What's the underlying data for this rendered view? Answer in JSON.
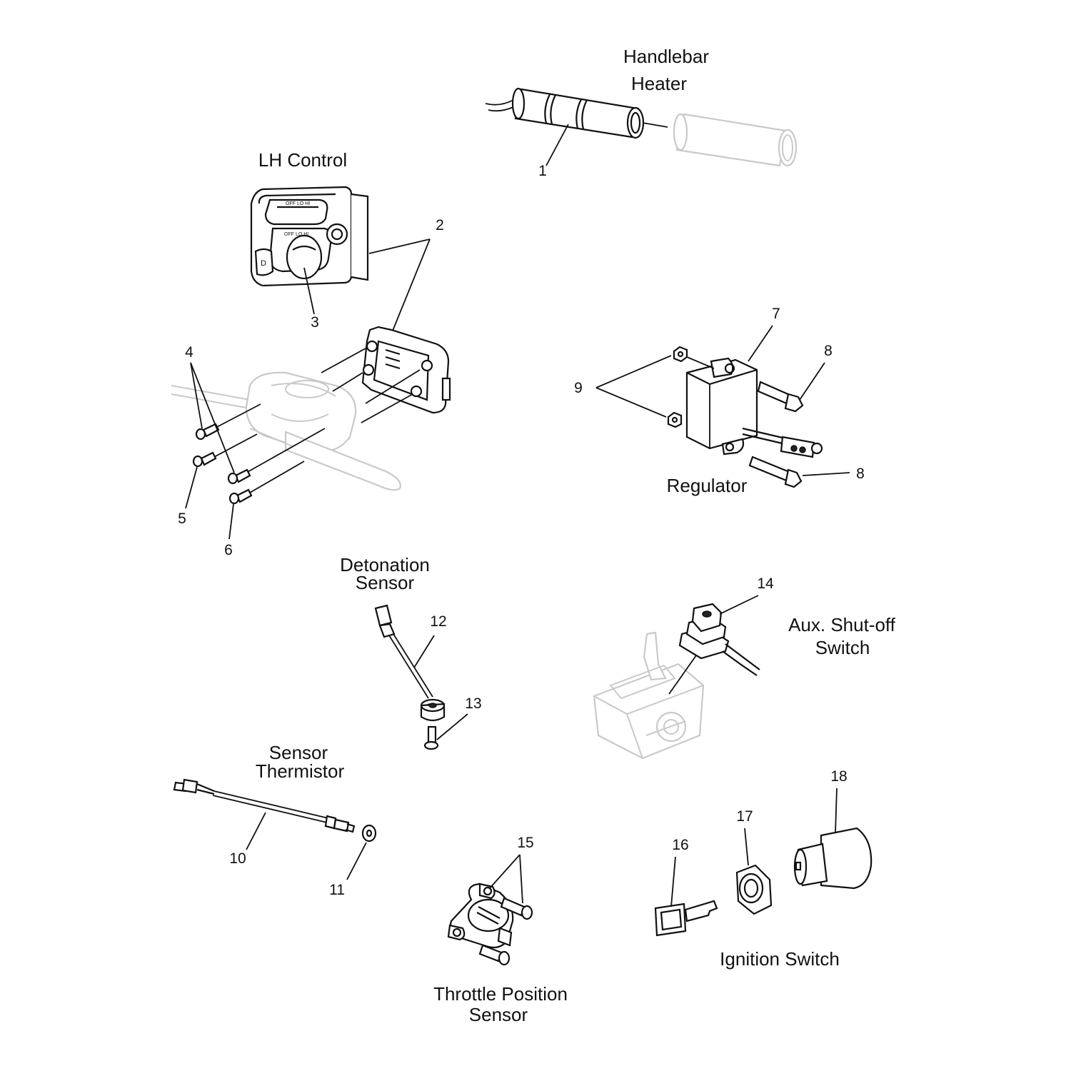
{
  "titles": {
    "handlebar_heater": [
      "Handlebar",
      "Heater"
    ],
    "lh_control": "LH Control",
    "regulator": "Regulator",
    "detonation_sensor": [
      "Detonation",
      "Sensor"
    ],
    "aux_shutoff": [
      "Aux. Shut-off",
      "Switch"
    ],
    "sensor_thermistor": [
      "Sensor",
      "Thermistor"
    ],
    "throttle_position": [
      "Throttle Position",
      "Sensor"
    ],
    "ignition_switch": "Ignition Switch"
  },
  "callouts": {
    "c1": "1",
    "c2": "2",
    "c3": "3",
    "c4": "4",
    "c5": "5",
    "c6": "6",
    "c7": "7",
    "c8a": "8",
    "c8b": "8",
    "c9": "9",
    "c10": "10",
    "c11": "11",
    "c12": "12",
    "c13": "13",
    "c14": "14",
    "c15": "15",
    "c16": "16",
    "c17": "17",
    "c18": "18"
  },
  "colors": {
    "line": "#111111",
    "ghost": "#c9c9c9",
    "background": "#ffffff"
  }
}
